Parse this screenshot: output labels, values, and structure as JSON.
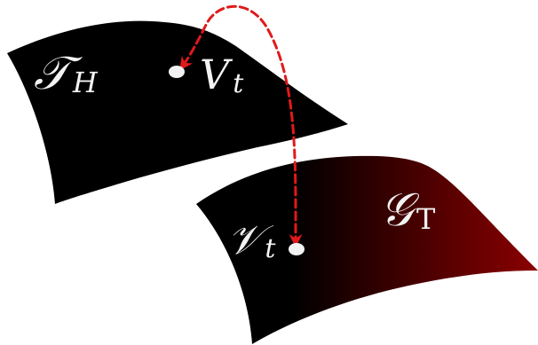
{
  "labels": {
    "top_surface": {
      "main": "𝒯",
      "sub": "H"
    },
    "top_point": {
      "main": "V",
      "sub": "t"
    },
    "bottom_point": {
      "main": "𝒱",
      "sub": "t"
    },
    "bottom_surface": {
      "main": "𝒢",
      "sub": "T"
    }
  },
  "colors": {
    "top_surface": "#000000",
    "bottom_surface_start": "#000000",
    "bottom_surface_end": "#8b0000",
    "arrow": "#e0191b",
    "points": "#f2f2f2"
  }
}
